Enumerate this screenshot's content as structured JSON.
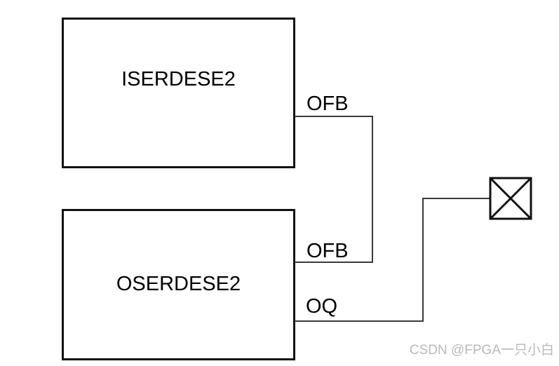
{
  "diagram": {
    "title": "ISERDESE2 / OSERDESE2 OFB feedback path diagram",
    "blocks": [
      {
        "id": "iserdese2",
        "label": "ISERDESE2"
      },
      {
        "id": "oserdese2",
        "label": "OSERDESE2"
      }
    ],
    "pin_labels": [
      {
        "id": "iserdes-ofb",
        "label": "OFB"
      },
      {
        "id": "oserdes-ofb",
        "label": "OFB"
      },
      {
        "id": "oserdes-oq",
        "label": "OQ"
      }
    ],
    "pad_icon": "io-pad-crossed-square",
    "colors": {
      "block_border": "#111111",
      "wire": "#3a3a3a",
      "pad": "#111111",
      "label_text": "#000000"
    }
  },
  "watermark": {
    "text": "CSDN @FPGA一只小白",
    "color": "#b9b9b9"
  }
}
